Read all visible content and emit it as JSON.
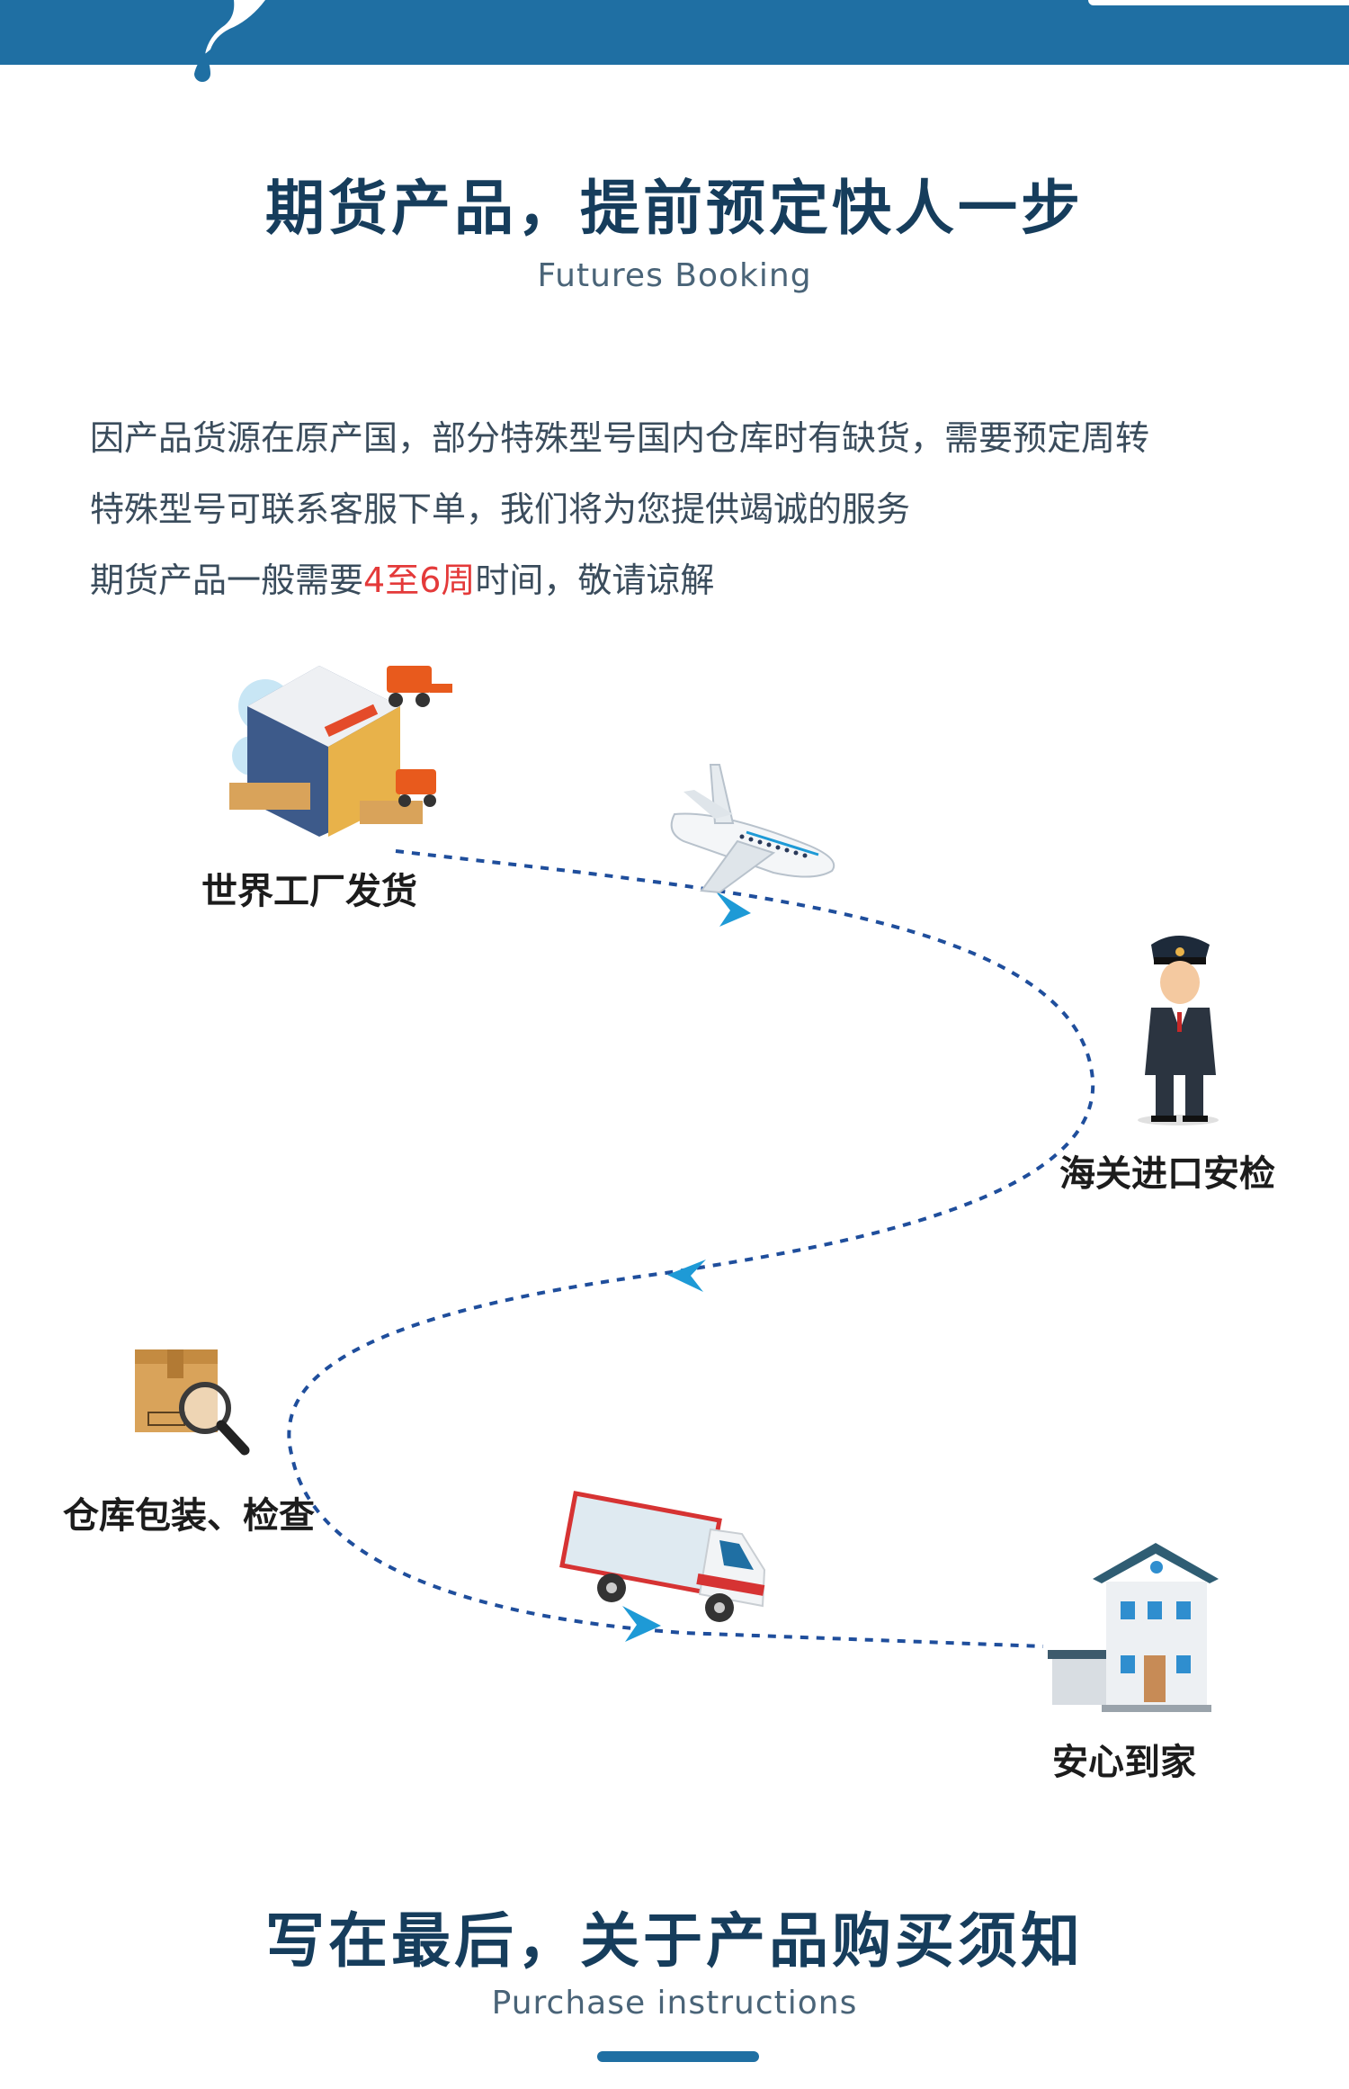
{
  "section1": {
    "title": "期货产品，提前预定快人一步",
    "subtitle": "Futures Booking",
    "intro": {
      "line1": "因产品货源在原产国，部分特殊型号国内仓库时有缺货，需要预定周转",
      "line2": "特殊型号可联系客服下单，我们将为您提供竭诚的服务",
      "line3_prefix": "期货产品一般需要",
      "line3_highlight": "4至6周",
      "line3_suffix": "时间，敬请谅解"
    }
  },
  "flow": {
    "steps": [
      {
        "label": "世界工厂发货",
        "icon": "warehouse-icon"
      },
      {
        "label": "",
        "icon": "airplane-icon"
      },
      {
        "label": "海关进口安检",
        "icon": "customs-officer-icon"
      },
      {
        "label": "仓库包装、检查",
        "icon": "box-magnifier-icon"
      },
      {
        "label": "",
        "icon": "truck-icon"
      },
      {
        "label": "安心到家",
        "icon": "house-icon"
      }
    ]
  },
  "section2": {
    "title": "写在最后，关于产品购买须知",
    "subtitle": "Purchase instructions"
  },
  "colors": {
    "brand": "#1f6fa3",
    "title": "#163d5c",
    "highlight": "#e43a3a",
    "path": "#1f4e9c",
    "arrow": "#1e9ad6"
  }
}
